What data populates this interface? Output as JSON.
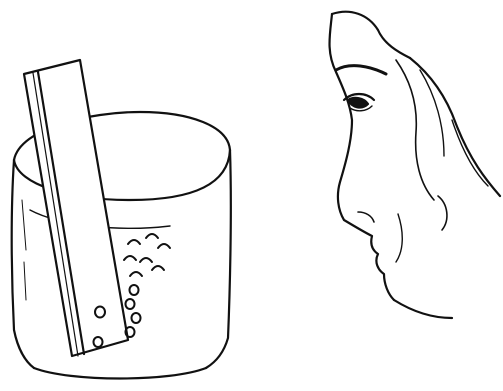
{
  "illustration": {
    "objects": [
      "beaker",
      "metal-strip",
      "gas-bubbles",
      "observer-face"
    ],
    "ink_color": "#111111",
    "background": "#ffffff"
  }
}
